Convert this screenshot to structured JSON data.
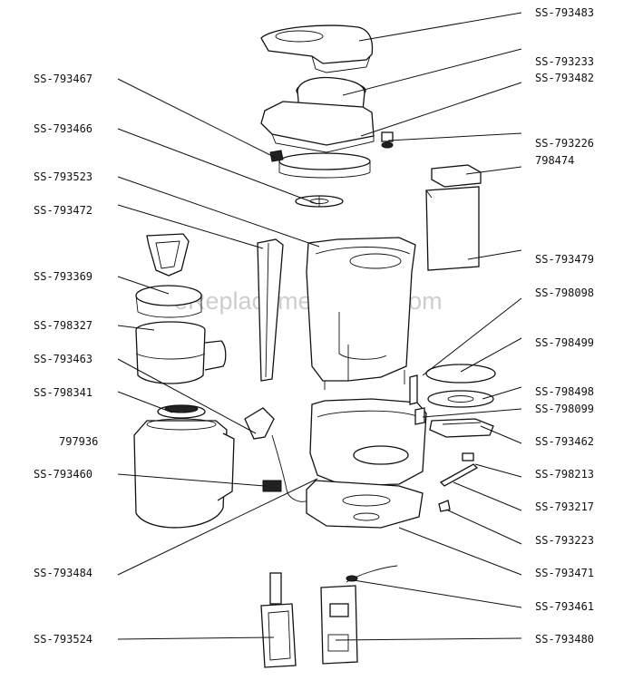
{
  "watermark": "eReplacementParts.com",
  "labels": [
    {
      "id": "SS-793483",
      "text": "SS-793483"
    },
    {
      "id": "SS-793233",
      "text": "SS-793233"
    },
    {
      "id": "SS-793482",
      "text": "SS-793482"
    },
    {
      "id": "SS-793467",
      "text": "SS-793467"
    },
    {
      "id": "SS-793466",
      "text": "SS-793466"
    },
    {
      "id": "SS-793226",
      "text": "SS-793226"
    },
    {
      "id": "798474",
      "text": "798474"
    },
    {
      "id": "SS-793523",
      "text": "SS-793523"
    },
    {
      "id": "SS-793472",
      "text": "SS-793472"
    },
    {
      "id": "SS-793479",
      "text": "SS-793479"
    },
    {
      "id": "SS-793369",
      "text": "SS-793369"
    },
    {
      "id": "SS-798098",
      "text": "SS-798098"
    },
    {
      "id": "SS-798327",
      "text": "SS-798327"
    },
    {
      "id": "SS-798499",
      "text": "SS-798499"
    },
    {
      "id": "SS-793463",
      "text": "SS-793463"
    },
    {
      "id": "SS-798498",
      "text": "SS-798498"
    },
    {
      "id": "SS-798341",
      "text": "SS-798341"
    },
    {
      "id": "SS-798099",
      "text": "SS-798099"
    },
    {
      "id": "797936",
      "text": "797936"
    },
    {
      "id": "SS-793462",
      "text": "SS-793462"
    },
    {
      "id": "SS-793460",
      "text": "SS-793460"
    },
    {
      "id": "SS-798213",
      "text": "SS-798213"
    },
    {
      "id": "SS-793217",
      "text": "SS-793217"
    },
    {
      "id": "SS-793223",
      "text": "SS-793223"
    },
    {
      "id": "SS-793484",
      "text": "SS-793484"
    },
    {
      "id": "SS-793471",
      "text": "SS-793471"
    },
    {
      "id": "SS-793461",
      "text": "SS-793461"
    },
    {
      "id": "SS-793524",
      "text": "SS-793524"
    },
    {
      "id": "SS-793480",
      "text": "SS-793480"
    }
  ]
}
